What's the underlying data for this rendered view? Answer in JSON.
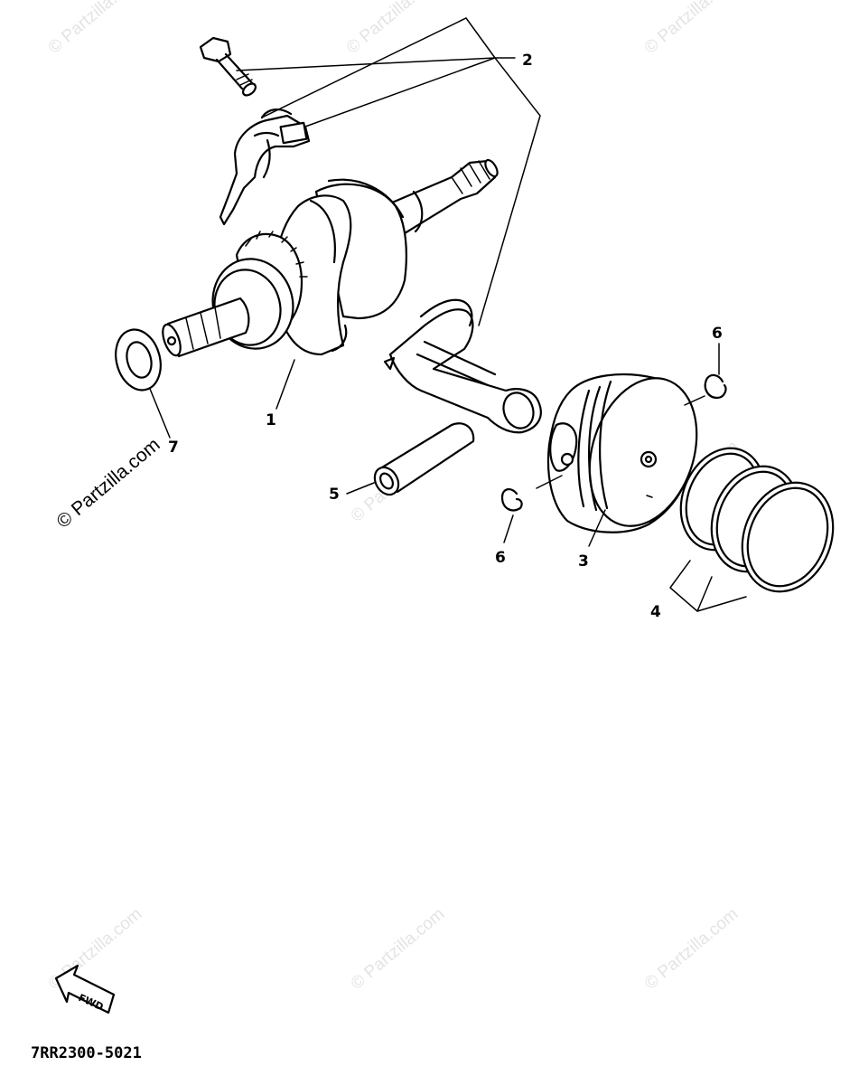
{
  "callouts": [
    {
      "id": "1",
      "label": "1"
    },
    {
      "id": "2",
      "label": "2"
    },
    {
      "id": "3",
      "label": "3"
    },
    {
      "id": "4",
      "label": "4"
    },
    {
      "id": "5",
      "label": "5"
    },
    {
      "id": "6a",
      "label": "6"
    },
    {
      "id": "6b",
      "label": "6"
    },
    {
      "id": "7",
      "label": "7"
    }
  ],
  "watermark": {
    "text": "© Partzilla.com"
  },
  "fwd_label": "FWD",
  "diagram_code": "7RR2300-5021",
  "parts": [
    "crankshaft-assembly",
    "connecting-rod-kit",
    "piston",
    "piston-ring-set",
    "piston-pin",
    "circlip",
    "washer"
  ]
}
